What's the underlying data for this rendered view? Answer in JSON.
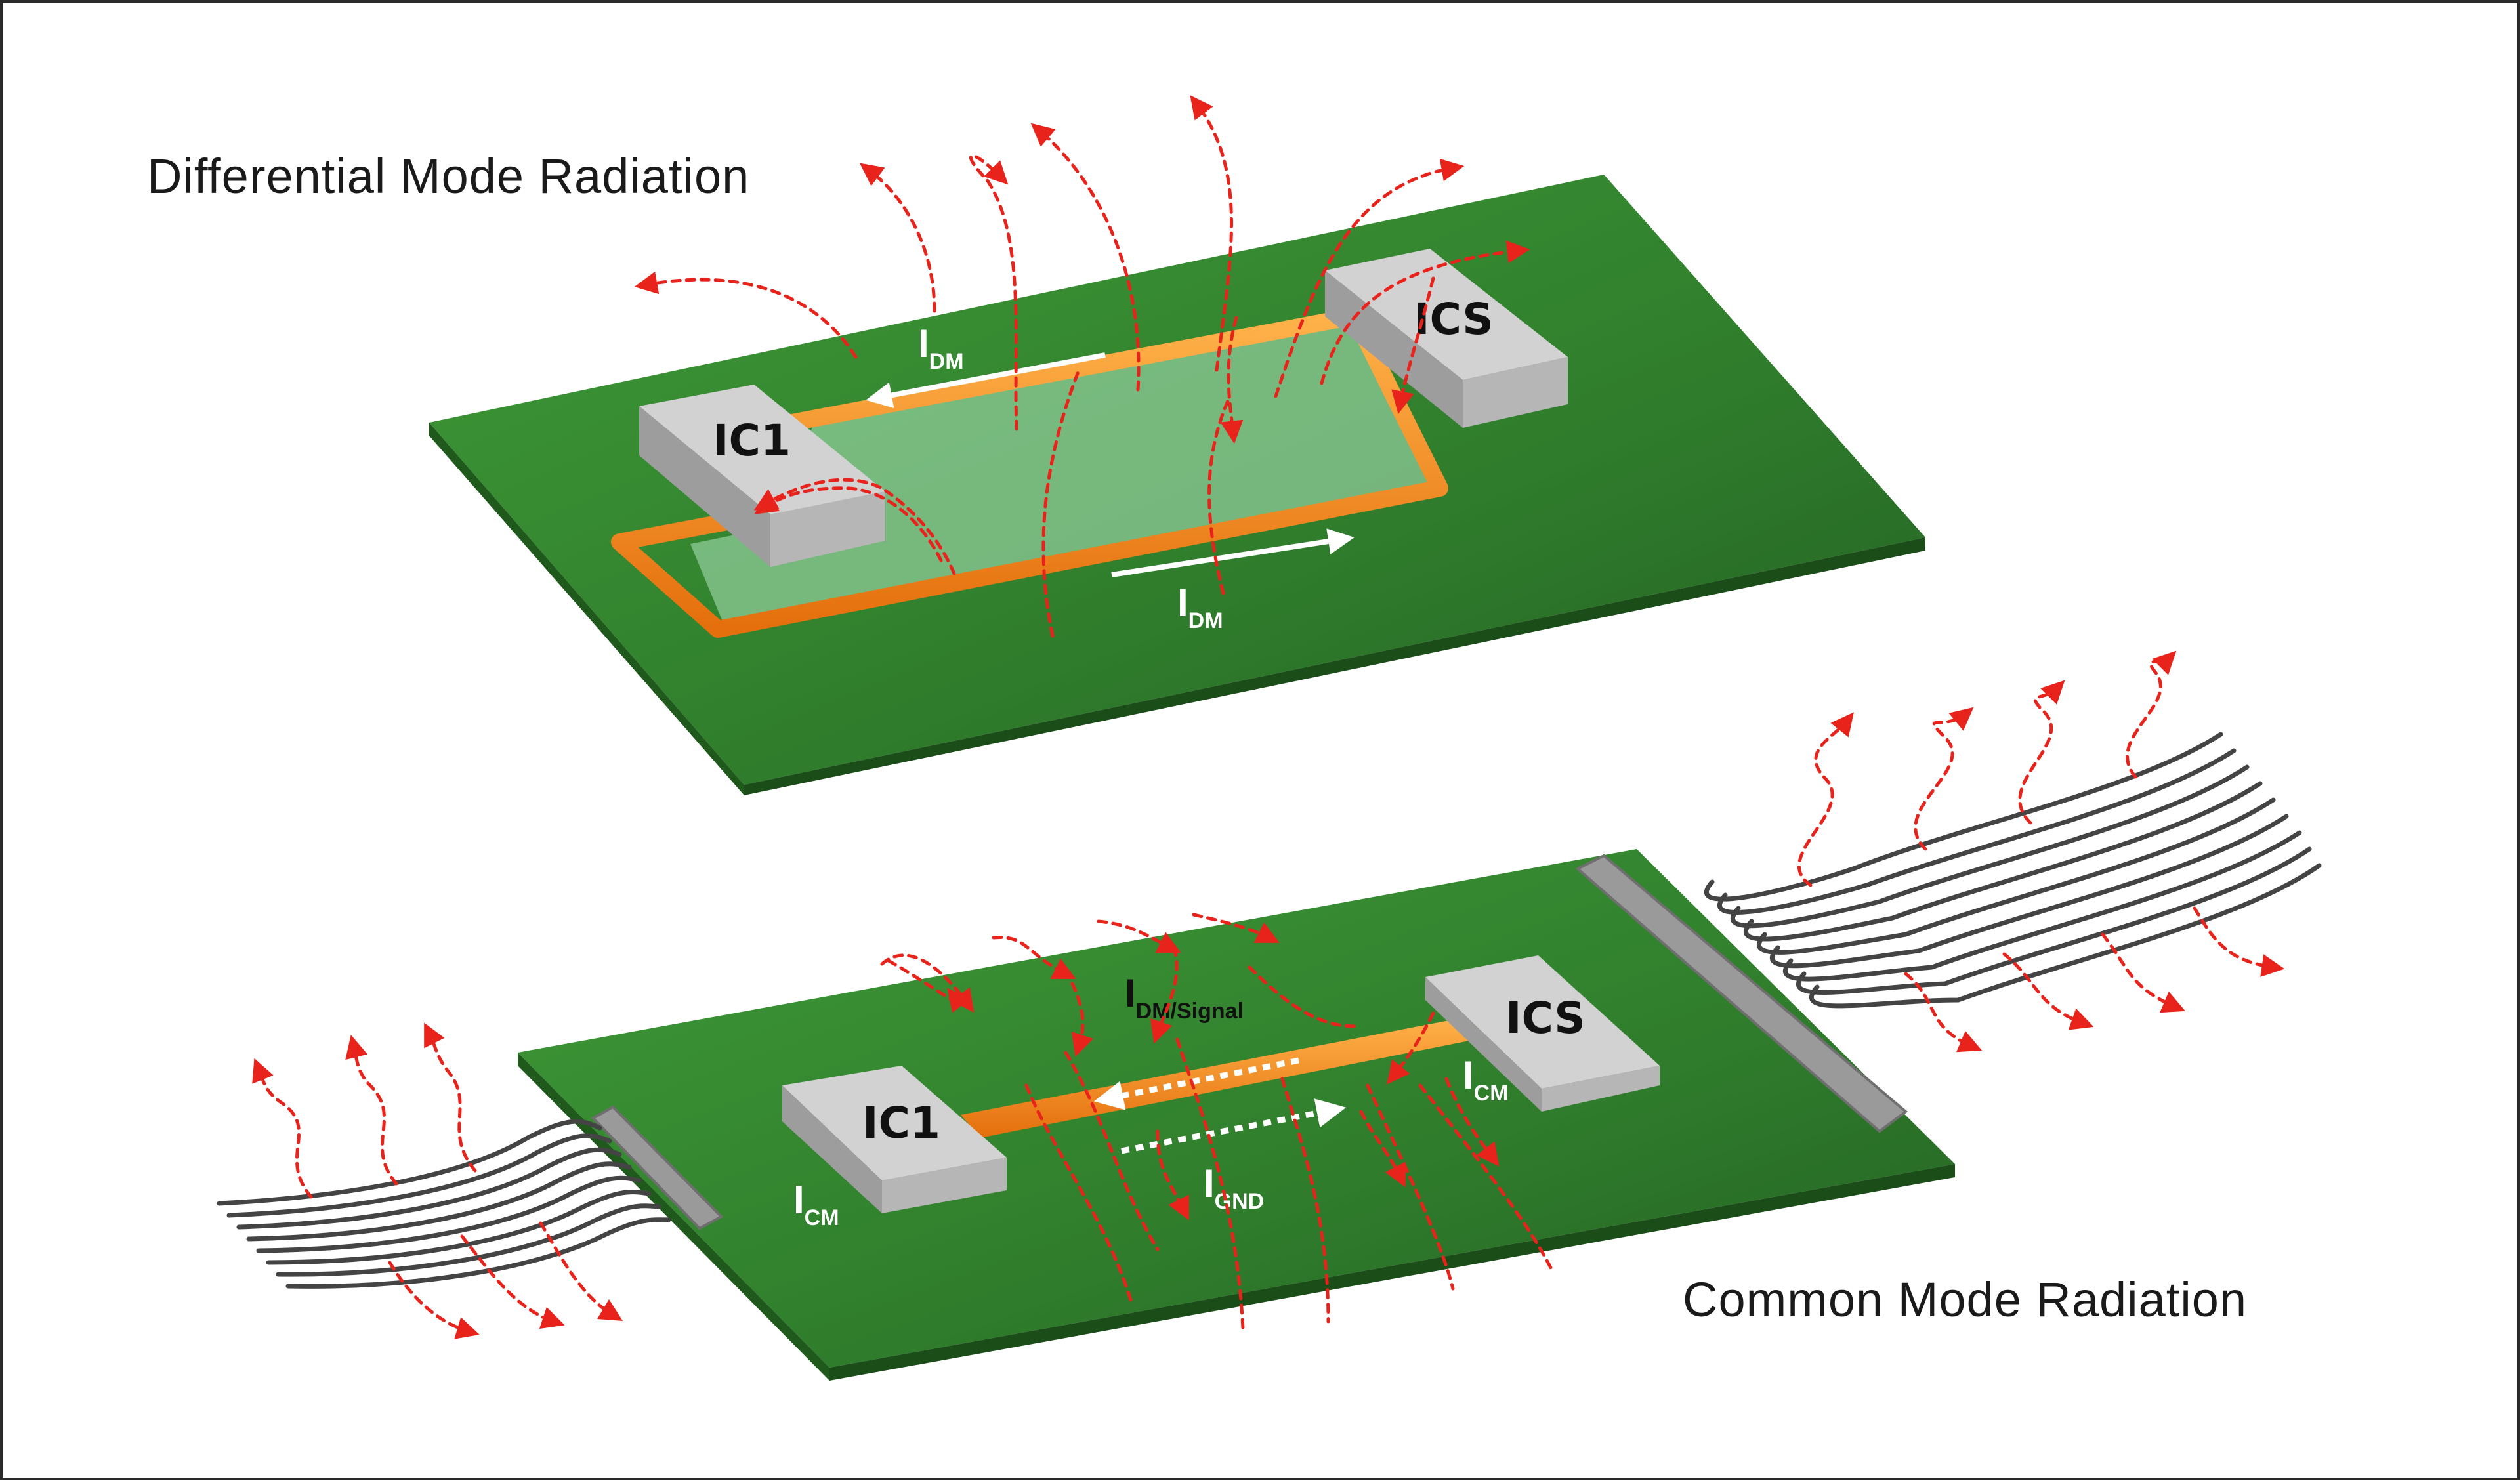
{
  "titles": {
    "top": "Differential  Mode Radiation",
    "bottom": "Common  Mode Radiation"
  },
  "top_diagram": {
    "chip_left": "IC1",
    "chip_right": "ICS",
    "current_upper": {
      "main": "I",
      "sub": "DM"
    },
    "current_lower": {
      "main": "I",
      "sub": "DM"
    }
  },
  "bottom_diagram": {
    "chip_left": "IC1",
    "chip_right": "ICS",
    "current_signal": {
      "main": "I",
      "sub": "DM/Signal"
    },
    "current_gnd": {
      "main": "I",
      "sub": "GND"
    },
    "current_cm_left": {
      "main": "I",
      "sub": "CM"
    },
    "current_cm_right": {
      "main": "I",
      "sub": "CM"
    }
  },
  "colors": {
    "board": "#2f7d2c",
    "board_edge": "#1f5a1c",
    "trace": "#f28a17",
    "chip": "#b9b9b9",
    "field_lines": "#e8231c"
  }
}
